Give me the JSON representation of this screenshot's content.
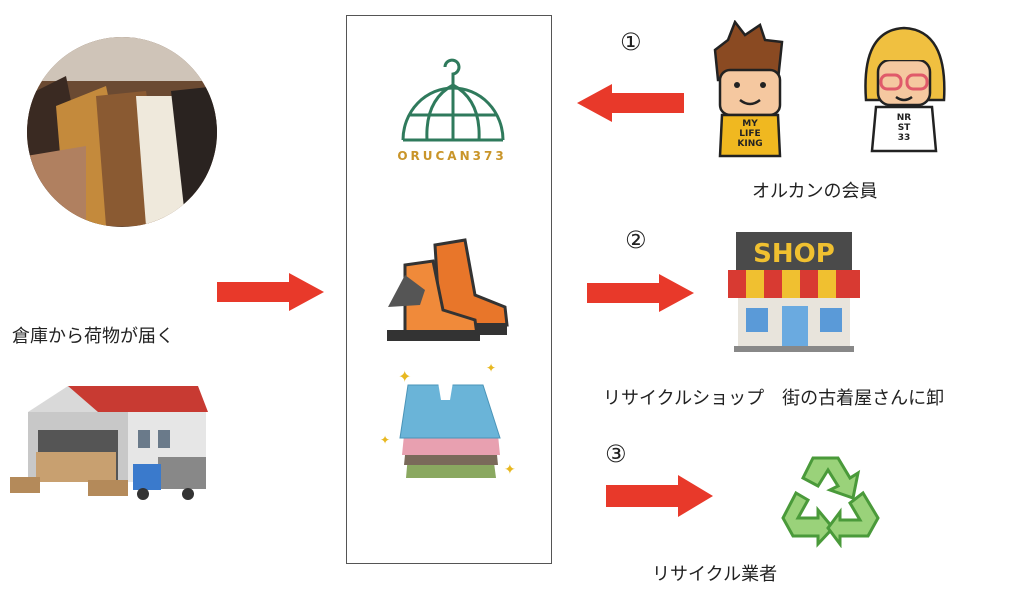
{
  "labels": {
    "warehouse": "倉庫から荷物が届く",
    "members": "オルカンの会員",
    "shop": "リサイクルショップ　街の古着屋さんに卸",
    "recycler": "リサイクル業者"
  },
  "steps": [
    "①",
    "②",
    "③"
  ],
  "logo": {
    "text": "ORUCAN373"
  },
  "shop_sign": "SHOP",
  "shirts": {
    "boy": "MY LIFE KING",
    "girl": "NR ST 33"
  },
  "colors": {
    "arrow": "#e8392a",
    "logo_green": "#2f7a5c",
    "logo_gold": "#c9952a"
  }
}
